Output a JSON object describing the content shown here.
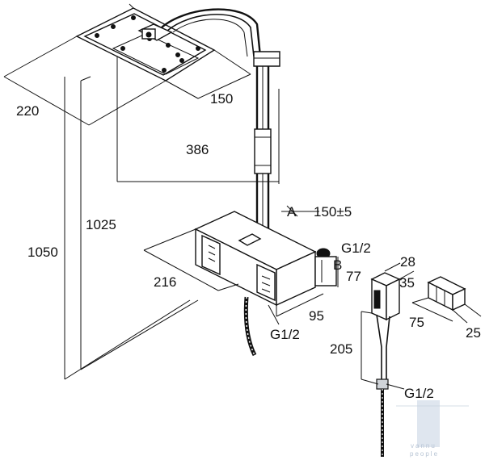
{
  "dimensions": {
    "head_width": "220",
    "head_depth": "150",
    "head_reach": "386",
    "height_total": "1050",
    "height_arm": "1025",
    "callout_a": "A",
    "mixer_spacing": "150±5",
    "callout_b": "B",
    "inlet_right": "G1/2",
    "mixer_width": "216",
    "mixer_depth": "95",
    "inlet_bottom": "G1/2",
    "handle_width": "28",
    "handle_depth": "35",
    "block_height": "77",
    "hose_length": "205",
    "hose_connection": "G1/2",
    "holder_width": "75",
    "holder_depth": "25"
  },
  "watermark": {
    "line1": "vannu",
    "line2": "people"
  }
}
